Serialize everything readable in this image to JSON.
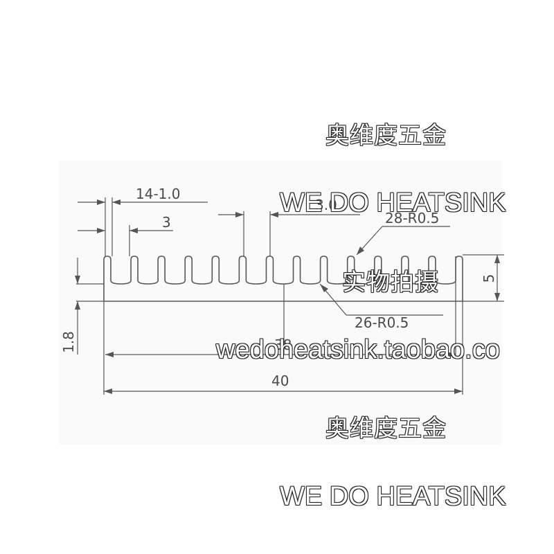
{
  "watermarks": {
    "brand_cn": "奥维度五金",
    "brand_en": "WE DO HEATSINK",
    "photo_note": "实物拍摄",
    "shop_url": "wedoheatsink.taobao.co"
  },
  "dimensions": {
    "fin_count_thickness": "14-1.0",
    "fin_pitch": "3",
    "fin_gap": "3.0",
    "top_radius": "28-R0.5",
    "bottom_radius": "26-R0.5",
    "total_height": "5",
    "base_thickness": "1.8",
    "inner_width": "38",
    "total_width": "40"
  },
  "colors": {
    "line": "#555555",
    "panel": "#fafafa"
  }
}
